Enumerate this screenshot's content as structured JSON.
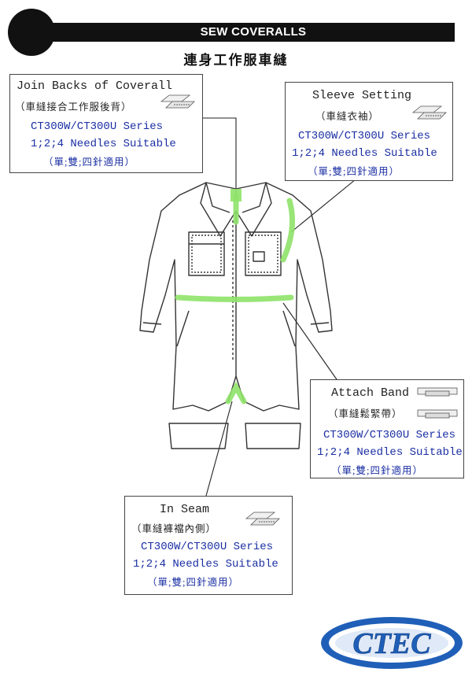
{
  "header": {
    "title": "SEW COVERALLS",
    "subtitle": "連身工作服車縫"
  },
  "callouts": {
    "join_backs": {
      "title": "Join Backs of Coverall",
      "title_zh": "（車縫接合工作服後背）",
      "series": "CT300W/CT300U Series",
      "needles": "1;2;4 Needles Suitable",
      "needles_zh": "（單;雙;四針適用）"
    },
    "sleeve_setting": {
      "title": "Sleeve Setting",
      "title_zh": "（車縫衣袖）",
      "series": "CT300W/CT300U Series",
      "needles": "1;2;4 Needles Suitable",
      "needles_zh": "（單;雙;四針適用）"
    },
    "attach_band": {
      "title": "Attach Band",
      "title_zh": "（車縫鬆緊帶）",
      "series": "CT300W/CT300U Series",
      "needles": "1;2;4 Needles Suitable",
      "needles_zh": "（單;雙;四針適用）"
    },
    "in_seam": {
      "title": "In Seam",
      "title_zh": "（車縫褲襠內側）",
      "series": "CT300W/CT300U Series",
      "needles": "1;2;4 Needles Suitable",
      "needles_zh": "（單;雙;四針適用）"
    }
  },
  "logo": {
    "text": "CTEC"
  },
  "colors": {
    "header_bar": "#111111",
    "highlight": "#8fe36a",
    "blue_text": "#1b2fa3",
    "logo_blue": "#1f5fb8"
  }
}
